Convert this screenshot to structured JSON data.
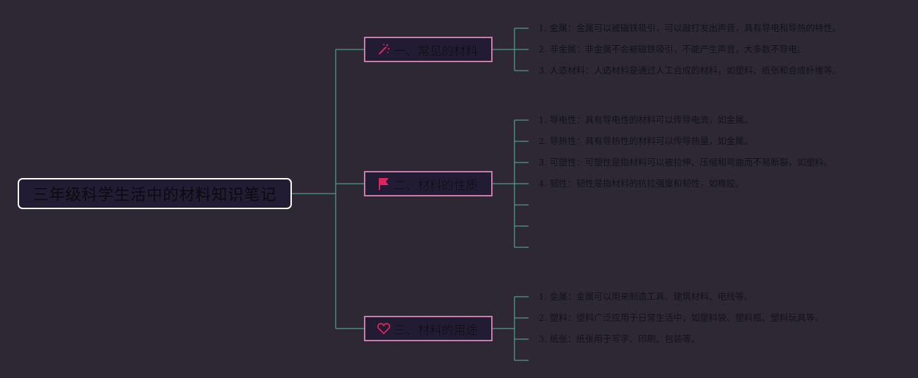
{
  "root": {
    "title": "三年级科学生活中的材料知识笔记"
  },
  "branches": [
    {
      "label": "一、常见的材料",
      "icon": "sparkle-wand-icon",
      "leaves": [
        "1. 金属：金属可以被磁铁吸引，可以敲打发出声音，具有导电和导热的特性。",
        "2. 非金属：非金属不会被磁铁吸引，不能产生声音，大多数不导电。",
        "3. 人造材料：人造材料是通过人工合成的材料，如塑料、纸张和合成纤维等。"
      ]
    },
    {
      "label": "二、材料的性质",
      "icon": "flag-icon",
      "leaves": [
        "1. 导电性：具有导电性的材料可以传导电流，如金属。",
        "2. 导热性：具有导热性的材料可以传导热量，如金属。",
        "3. 可塑性：可塑性是指材料可以被拉伸、压缩和弯曲而不易断裂，如塑料。",
        "4. 韧性：韧性是指材料的抗拉强度和韧性，如橡胶。",
        "",
        "",
        ""
      ]
    },
    {
      "label": "三、材料的用途",
      "icon": "heart-icon",
      "leaves": [
        "1. 金属：金属可以用来制造工具、建筑材料、电线等。",
        "2. 塑料：塑料广泛应用于日常生活中，如塑料袋、塑料瓶、塑料玩具等。",
        "3. 纸张：纸张用于写字、印刷、包装等。",
        ""
      ]
    }
  ],
  "colors": {
    "background": "#2d2833",
    "connector": "#4f9a8c",
    "branch_border": "#c97fa9",
    "root_border": "#ffffff",
    "icon_accent": "#e0245e"
  }
}
